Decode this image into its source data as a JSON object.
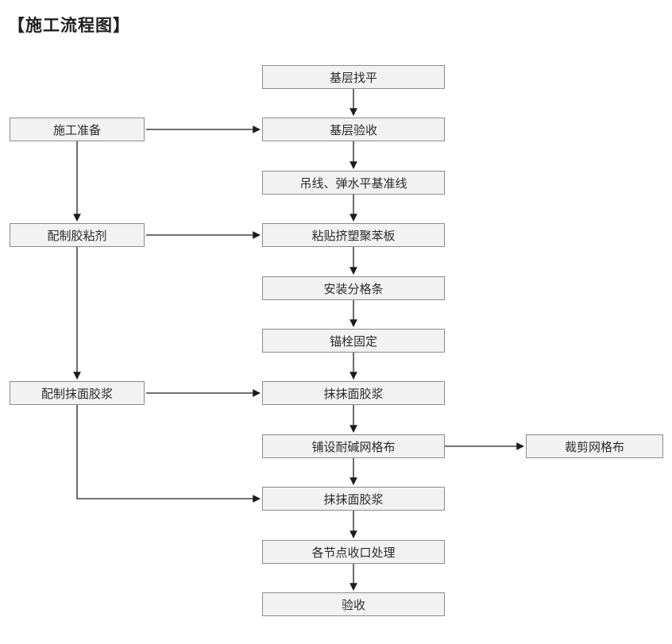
{
  "title": "【施工流程图】",
  "flowchart": {
    "main_steps": [
      "基层找平",
      "基层验收",
      "吊线、弹水平基准线",
      "粘贴挤塑聚苯板",
      "安装分格条",
      "锚栓固定",
      "抹抹面胶浆",
      "铺设耐碱网格布",
      "抹抹面胶浆",
      "各节点收口处理",
      "验收"
    ],
    "side_steps_left": [
      "施工准备",
      "配制胶粘剂",
      "配制抹面胶浆"
    ],
    "side_steps_right": [
      "裁剪网格布"
    ],
    "edges": [
      {
        "from": "基层找平",
        "to": "基层验收"
      },
      {
        "from": "基层验收",
        "to": "吊线、弹水平基准线"
      },
      {
        "from": "吊线、弹水平基准线",
        "to": "粘贴挤塑聚苯板"
      },
      {
        "from": "粘贴挤塑聚苯板",
        "to": "安装分格条"
      },
      {
        "from": "安装分格条",
        "to": "锚栓固定"
      },
      {
        "from": "锚栓固定",
        "to": "抹抹面胶浆"
      },
      {
        "from": "抹抹面胶浆",
        "to": "铺设耐碱网格布"
      },
      {
        "from": "铺设耐碱网格布",
        "to": "抹抹面胶浆(第二遍)"
      },
      {
        "from": "抹抹面胶浆(第二遍)",
        "to": "各节点收口处理"
      },
      {
        "from": "各节点收口处理",
        "to": "验收"
      },
      {
        "from": "施工准备",
        "to": "基层验收"
      },
      {
        "from": "施工准备",
        "to": "配制胶粘剂"
      },
      {
        "from": "配制胶粘剂",
        "to": "粘贴挤塑聚苯板"
      },
      {
        "from": "配制胶粘剂",
        "to": "配制抹面胶浆"
      },
      {
        "from": "配制抹面胶浆",
        "to": "抹抹面胶浆"
      },
      {
        "from": "配制抹面胶浆",
        "to": "抹抹面胶浆(第二遍)"
      },
      {
        "from": "铺设耐碱网格布",
        "to": "裁剪网格布"
      }
    ],
    "colors": {
      "node_fill": "#f2f2f2",
      "node_border": "#8c8c8c",
      "line": "#1c1c1c",
      "text": "#2b2b2b"
    }
  }
}
